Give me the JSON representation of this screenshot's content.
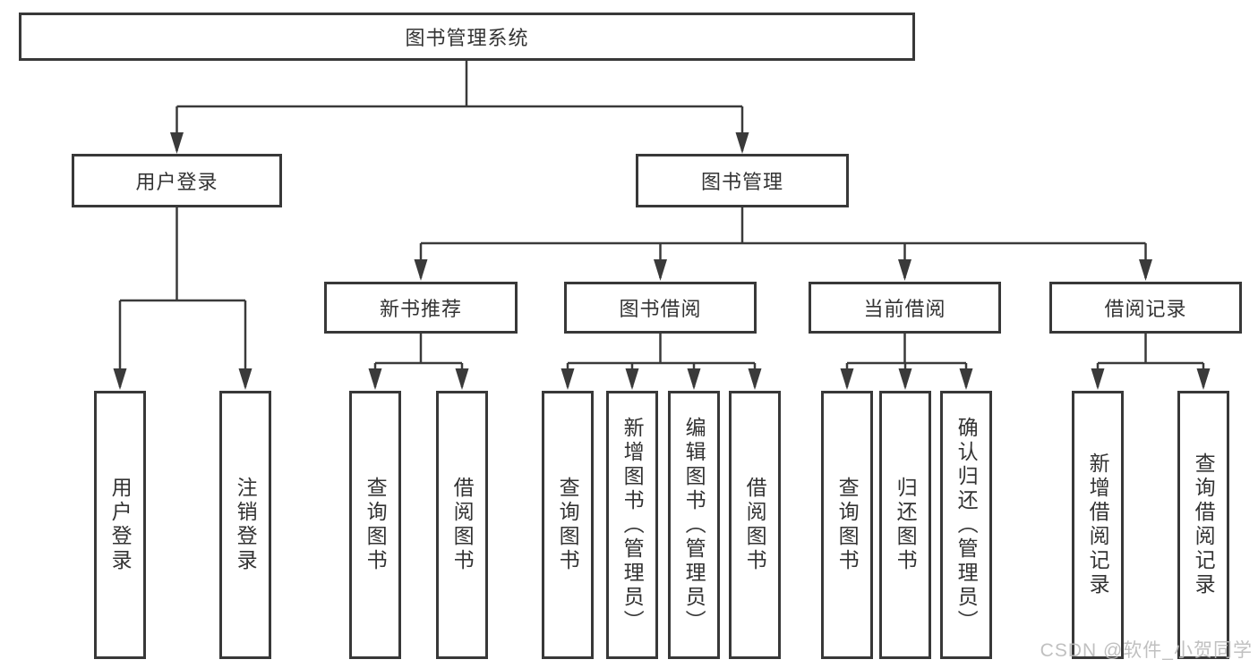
{
  "tree": {
    "label": "图书管理系统",
    "children": [
      {
        "label": "用户登录",
        "children": [
          {
            "label": "用户登录"
          },
          {
            "label": "注销登录"
          }
        ]
      },
      {
        "label": "图书管理",
        "children": [
          {
            "label": "新书推荐",
            "children": [
              {
                "label": "查询图书"
              },
              {
                "label": "借阅图书"
              }
            ]
          },
          {
            "label": "图书借阅",
            "children": [
              {
                "label": "查询图书"
              },
              {
                "label": "新增图书（管理员）"
              },
              {
                "label": "编辑图书（管理员）"
              },
              {
                "label": "借阅图书"
              }
            ]
          },
          {
            "label": "当前借阅",
            "children": [
              {
                "label": "查询图书"
              },
              {
                "label": "归还图书"
              },
              {
                "label": "确认归还（管理员）"
              }
            ]
          },
          {
            "label": "借阅记录",
            "children": [
              {
                "label": "新增借阅记录"
              },
              {
                "label": "查询借阅记录"
              }
            ]
          }
        ]
      }
    ]
  },
  "watermark": "CSDN @软件_小贺同学",
  "colors": {
    "line": "#3a3a3a",
    "box_border": "#383838",
    "box_fill": "#ffffff",
    "text": "#333333",
    "watermark": "#b9b9b9"
  }
}
